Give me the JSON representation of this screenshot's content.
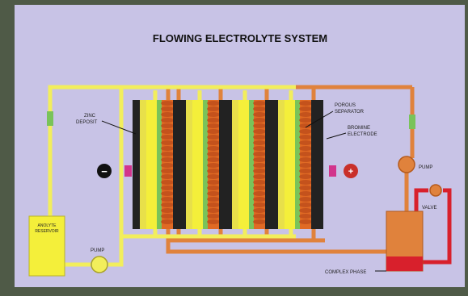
{
  "diagram": {
    "title": "FLOWING ELECTROLYTE SYSTEM",
    "labels": {
      "zinc_deposit": [
        "ZINC",
        "DEPOSIT"
      ],
      "porous_separator": [
        "POROUS",
        "SEPARATOR"
      ],
      "bromine_electrode": [
        "BROMINE",
        "ELECTRODE"
      ],
      "pump_right": "PUMP",
      "valve": "VALVE",
      "pump_left": "PUMP",
      "anolyte_reservoir": [
        "ANOLYTE",
        "RESERVOIR"
      ],
      "complex_phase": "COMPLEX PHASE"
    },
    "terminals": {
      "negative": "−",
      "positive": "+"
    },
    "colors": {
      "frame": "#4f5a47",
      "panel": "#c8c3e6",
      "anolyte_loop": "#f2ee5c",
      "catholyte_loop": "#e0823c",
      "electrode_dark": "#222222",
      "electrode_green": "#79c35a",
      "electrolyte_yellow": "#f4ef3a",
      "bromine_orange": "#e06a24",
      "complex_red": "#d8202c",
      "terminal_magenta": "#d2348c"
    }
  }
}
